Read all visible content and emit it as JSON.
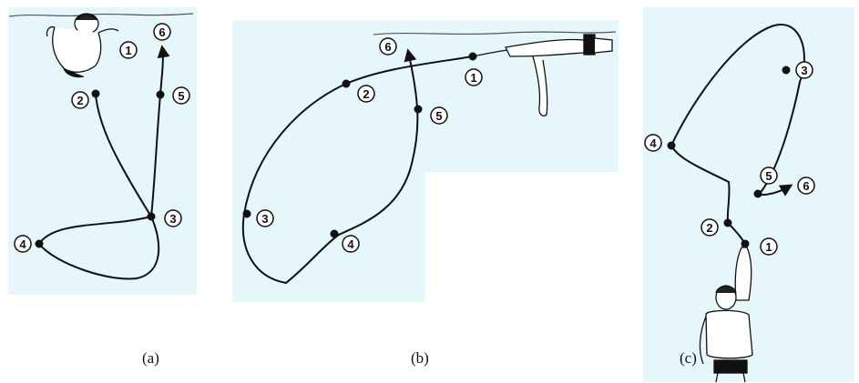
{
  "figures": [
    {
      "caption": "(a)",
      "points": [
        "1",
        "2",
        "3",
        "4",
        "5",
        "6"
      ]
    },
    {
      "caption": "(b)",
      "points": [
        "1",
        "2",
        "3",
        "4",
        "5",
        "6"
      ]
    },
    {
      "caption": "(c)",
      "points": [
        "1",
        "2",
        "3",
        "4",
        "5",
        "6"
      ]
    }
  ],
  "colors": {
    "panel_background": "#e5f7fb",
    "stroke": "#111111"
  },
  "icons": [
    "swimmer-top-view-icon",
    "swimmer-side-view-icon",
    "swimmer-front-view-icon"
  ]
}
